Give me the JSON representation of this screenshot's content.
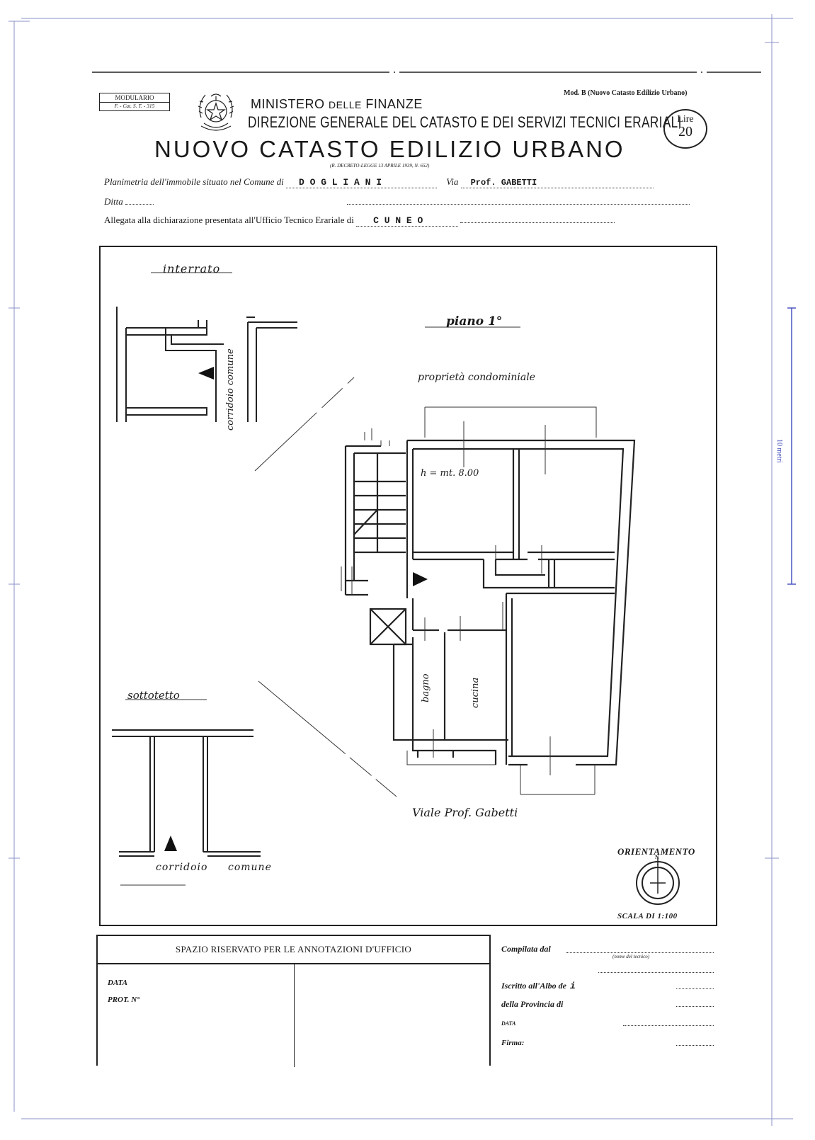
{
  "header": {
    "modulario_line1": "MODULARIO",
    "modulario_line2": "F. - Cat. S. T. - 315",
    "ministero_a": "MINISTERO",
    "ministero_b": "DELLE",
    "ministero_c": "FINANZE",
    "direzione": "DIREZIONE GENERALE DEL CATASTO E DEI SERVIZI TECNICI ERARIALI",
    "mod_b": "Mod. B (Nuovo Catasto Edilizio Urbano)",
    "lire_label": "Lire",
    "lire_value": "20",
    "title": "NUOVO CATASTO EDILIZIO URBANO",
    "decreto": "(R. DECRETO-LEGGE 13 APRILE 1939, N. 652)"
  },
  "form": {
    "planimetria_label": "Planimetria dell'immobile situato nel Comune di",
    "comune_value": "D O G L I A N I",
    "via_label": "Via",
    "via_value": "Prof. GABETTI",
    "ditta_label": "Ditta",
    "allegata_label": "Allegata alla dichiarazione presentata all'Ufficio Tecnico Erariale di",
    "ufficio_value": "C U N E O"
  },
  "plan": {
    "interrato": "interrato",
    "corridoio_comune_v": "corridoio comune",
    "piano": "piano 1°",
    "proprieta": "proprietà condominiale",
    "altezza": "h = mt. 8.00",
    "bagno": "bagno",
    "cucina": "cucina",
    "sottotetto": "sottotetto",
    "corridoio": "corridoio",
    "comune": "comune",
    "viale": "Viale Prof. Gabetti",
    "orientamento": "ORIENTAMENTO",
    "north": "N",
    "scala": "SCALA DI 1:100"
  },
  "margin": {
    "ten_metri": "10 metri"
  },
  "footer": {
    "spazio": "SPAZIO RISERVATO PER LE ANNOTAZIONI D'UFFICIO",
    "data": "DATA",
    "prot": "PROT. N°",
    "compilata": "Compilata dal",
    "nome_tecnico": "(nome del tecnico)",
    "iscritto": "Iscritto all'Albo de",
    "iscritto_value": "i",
    "provincia": "della Provincia di",
    "data2": "DATA",
    "firma": "Firma:"
  }
}
